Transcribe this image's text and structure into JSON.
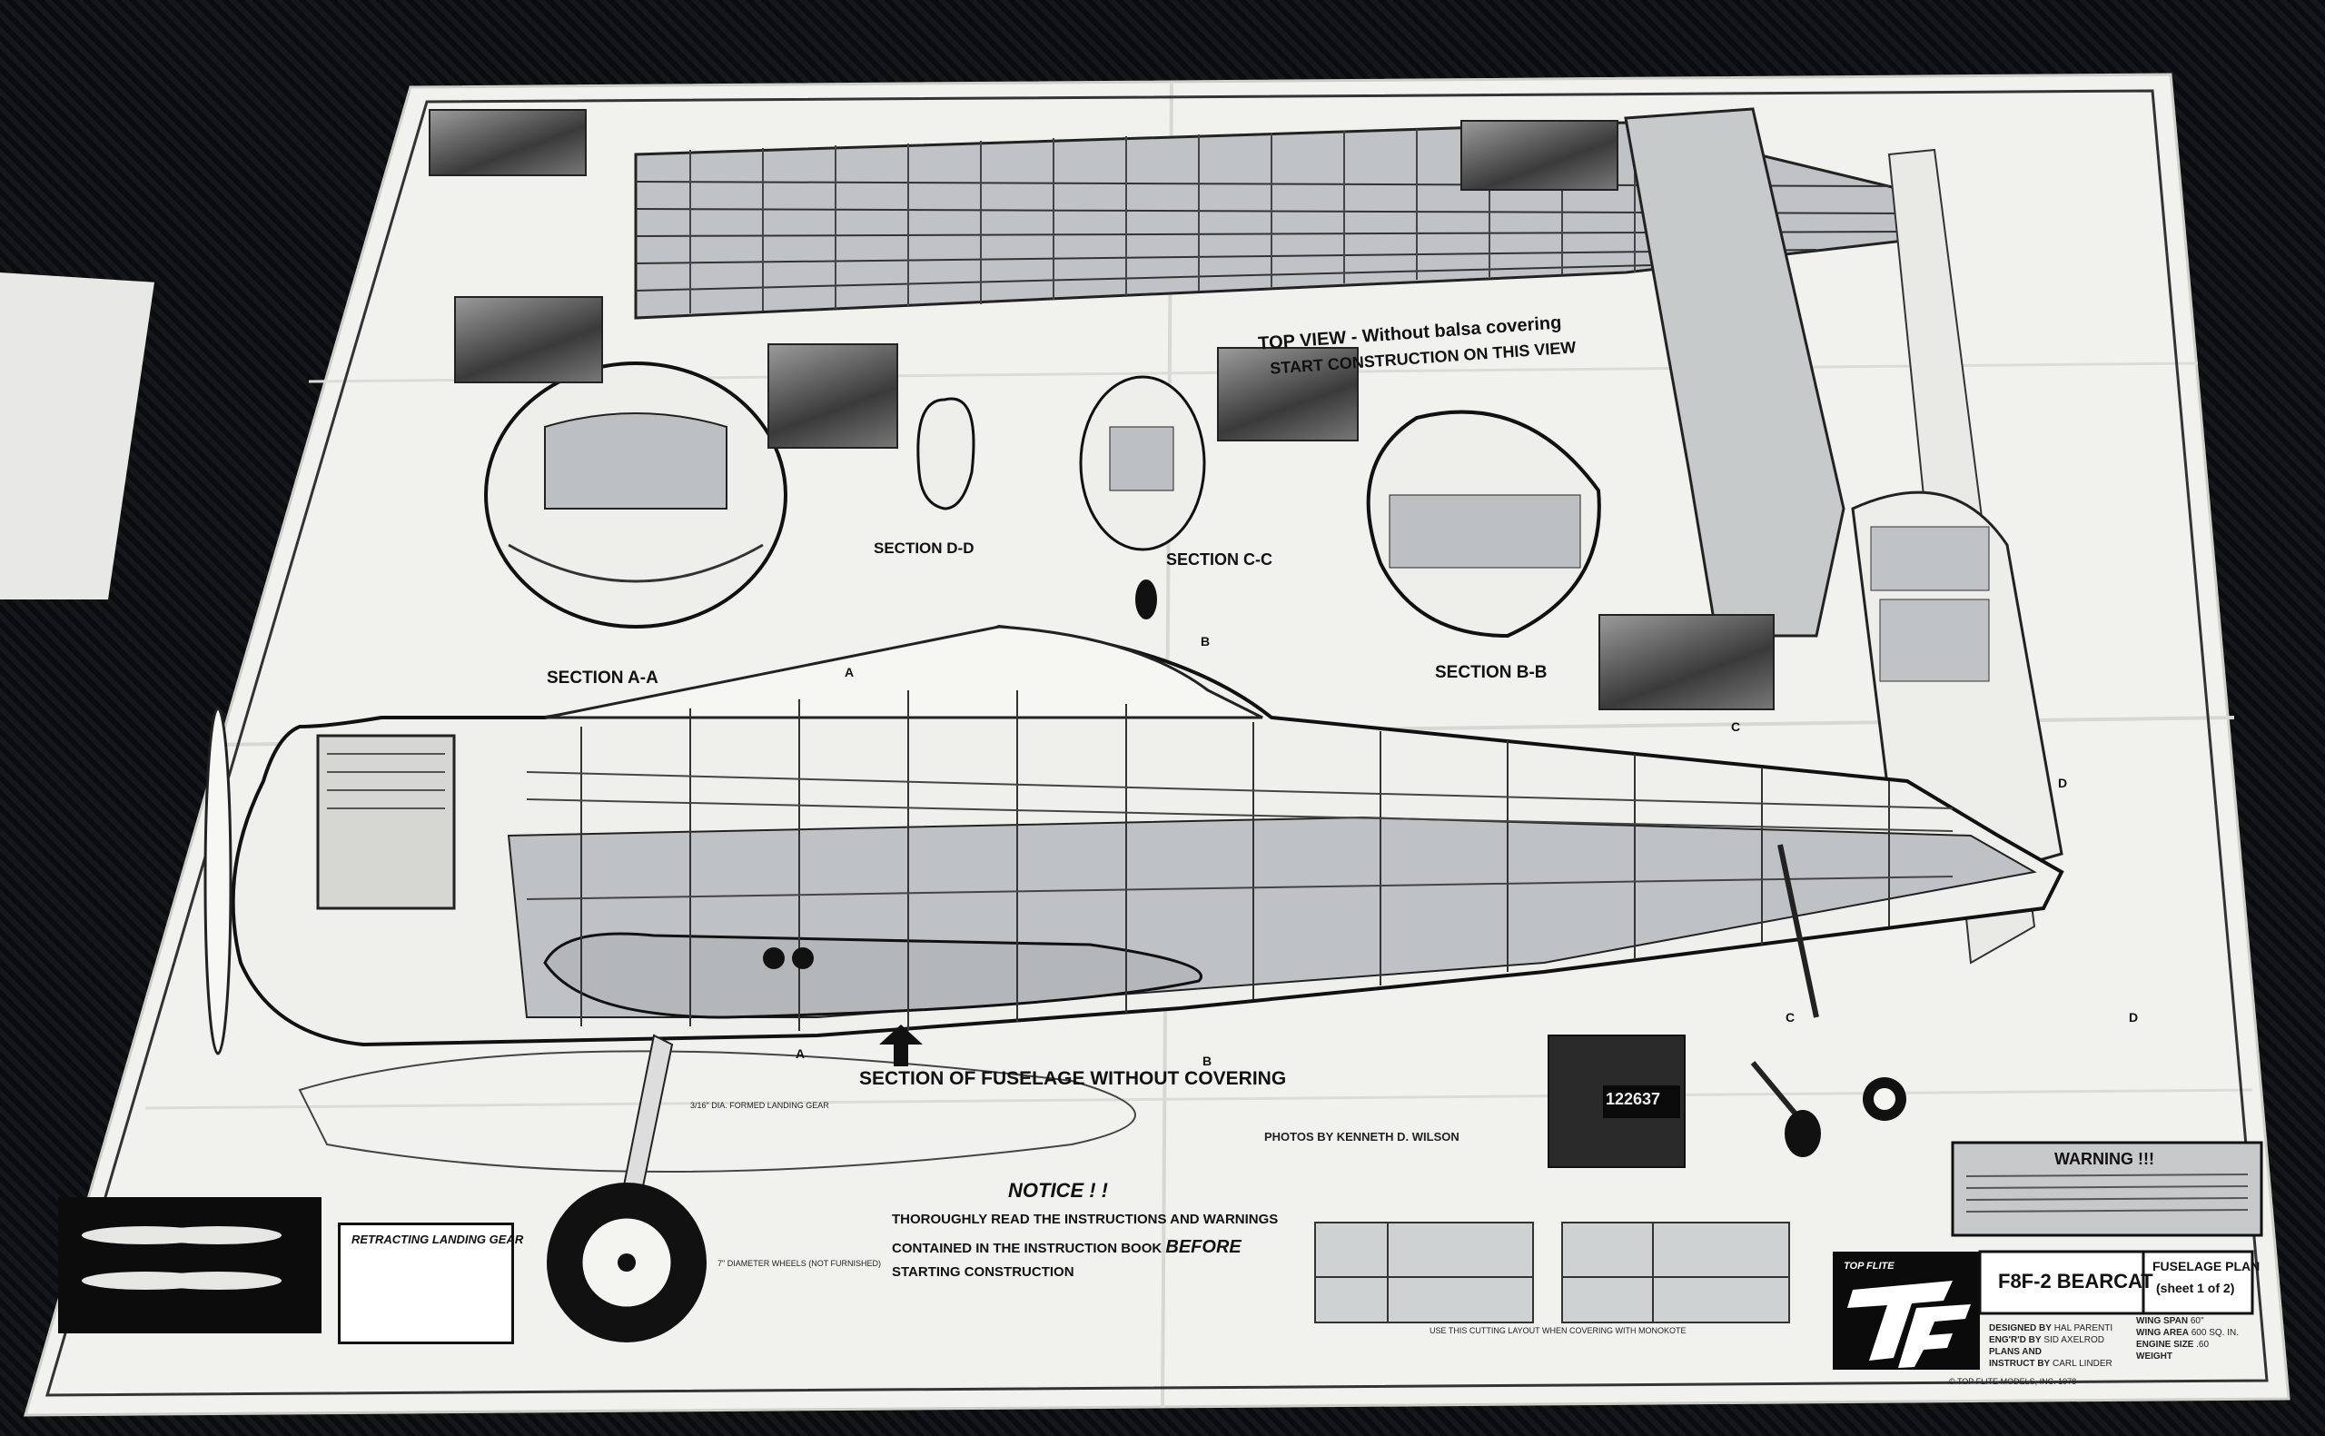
{
  "plan": {
    "top_view_title": "TOP VIEW - Without balsa covering",
    "top_view_sub": "START CONSTRUCTION ON THIS VIEW",
    "section_aa": "SECTION A-A",
    "section_bb": "SECTION B-B",
    "section_cc": "SECTION C-C",
    "section_dd": "SECTION D-D",
    "fuselage_section": "SECTION OF FUSELAGE WITHOUT COVERING",
    "photos_credit": "PHOTOS BY KENNETH D. WILSON",
    "notice_title": "NOTICE ! !",
    "notice_line1": "THOROUGHLY READ THE INSTRUCTIONS AND WARNINGS",
    "notice_line2": "CONTAINED IN THE INSTRUCTION BOOK",
    "notice_before": "BEFORE",
    "notice_line3": "STARTING CONSTRUCTION",
    "retract_title": "RETRACTING LANDING GEAR",
    "warning_title": "WARNING !!!",
    "brand": "TOP FLITE",
    "model": "F8F-2 BEARCAT",
    "sheet_title": "FUSELAGE PLAN",
    "sheet_sub": "(sheet 1 of 2)",
    "credits": [
      {
        "label": "DESIGNED BY",
        "value": "HAL PARENTI"
      },
      {
        "label": "ENG'R'D BY",
        "value": "SID AXELROD"
      },
      {
        "label": "PLANS AND",
        "value": ""
      },
      {
        "label": "INSTRUCT BY",
        "value": "CARL LINDER"
      }
    ],
    "specs": [
      {
        "label": "WING SPAN",
        "value": "60\""
      },
      {
        "label": "WING AREA",
        "value": "600 SQ. IN."
      },
      {
        "label": "ENGINE SIZE",
        "value": ".60"
      },
      {
        "label": "WEIGHT",
        "value": ""
      }
    ],
    "tail_number": "122637",
    "wheel_note": "7\" DIAMETER WHEELS (NOT FURNISHED)",
    "landing_gear_note": "3/16\" DIA. FORMED LANDING GEAR",
    "copyright": "© TOP FLITE MODELS, INC. 1978",
    "cutting_layout": "USE THIS CUTTING LAYOUT WHEN COVERING WITH MONOKOTE",
    "markers": [
      "A",
      "A",
      "B",
      "B",
      "C",
      "C",
      "D",
      "D"
    ]
  },
  "colors": {
    "paper": "#f2f2ef",
    "sheeting": "#b9bdbf",
    "line": "#1a1a1a",
    "table": "#0d0e10"
  }
}
